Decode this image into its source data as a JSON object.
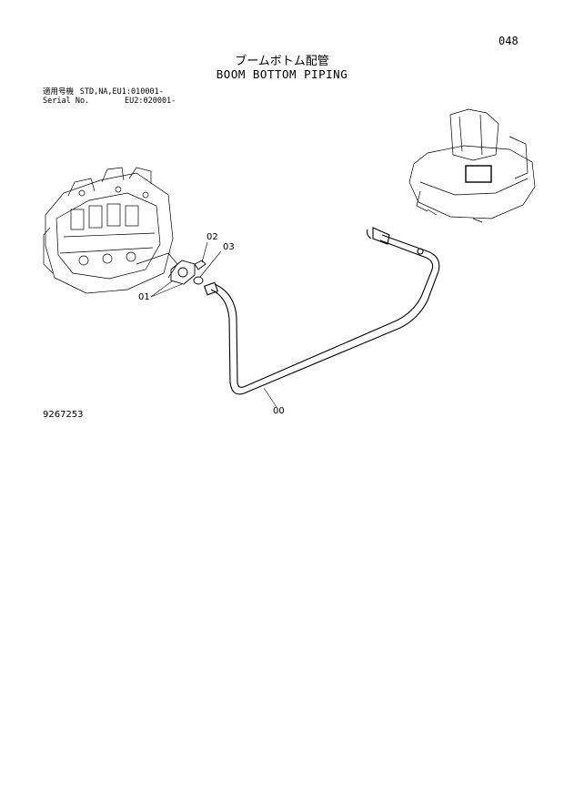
{
  "page": {
    "number": "048",
    "title_jp": "ブームボトム配管",
    "title_en": "BOOM BOTTOM PIPING"
  },
  "applicability": {
    "label_jp": "適用号機",
    "value_1": "STD,NA,EU1:010001-",
    "label_en": "Serial No.",
    "value_2": "EU2:020001-"
  },
  "drawing": {
    "number": "9267253",
    "callouts": [
      "00",
      "01",
      "02",
      "03"
    ]
  },
  "colors": {
    "ink": "#000000",
    "paper": "#ffffff"
  }
}
